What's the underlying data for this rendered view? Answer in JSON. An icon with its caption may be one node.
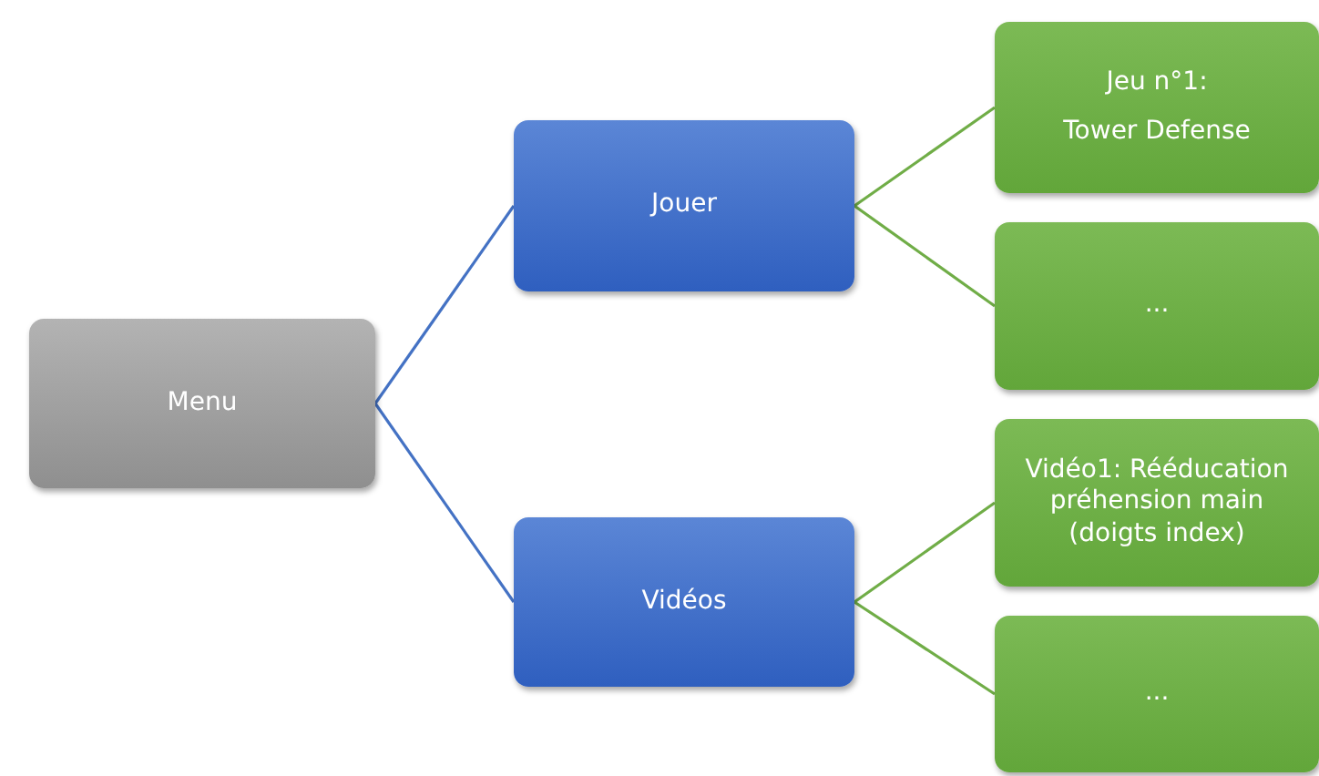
{
  "diagram": {
    "nodes": [
      {
        "text": [
          "Menu"
        ]
      },
      {
        "text": [
          "Jouer"
        ]
      },
      {
        "text": [
          "Vidéos"
        ]
      },
      {
        "text": [
          "Jeu n°1:",
          "Tower Defense"
        ]
      },
      {
        "text": [
          "..."
        ]
      },
      {
        "text": [
          "Vidéo1: Rééducation préhension main (doigts index)"
        ]
      },
      {
        "text": [
          "..."
        ]
      }
    ],
    "edges": [
      {
        "from": 0,
        "to": 1,
        "arrow": "none",
        "color": "#4472c4"
      },
      {
        "from": 0,
        "to": 2,
        "arrow": "none",
        "color": "#4472c4"
      },
      {
        "from": 1,
        "to": 3,
        "arrow": "none"
      },
      {
        "from": 1,
        "to": 4,
        "arrow": "none"
      },
      {
        "from": 2,
        "to": 5,
        "arrow": "none"
      },
      {
        "from": 2,
        "to": 6,
        "arrow": "none"
      }
    ]
  }
}
